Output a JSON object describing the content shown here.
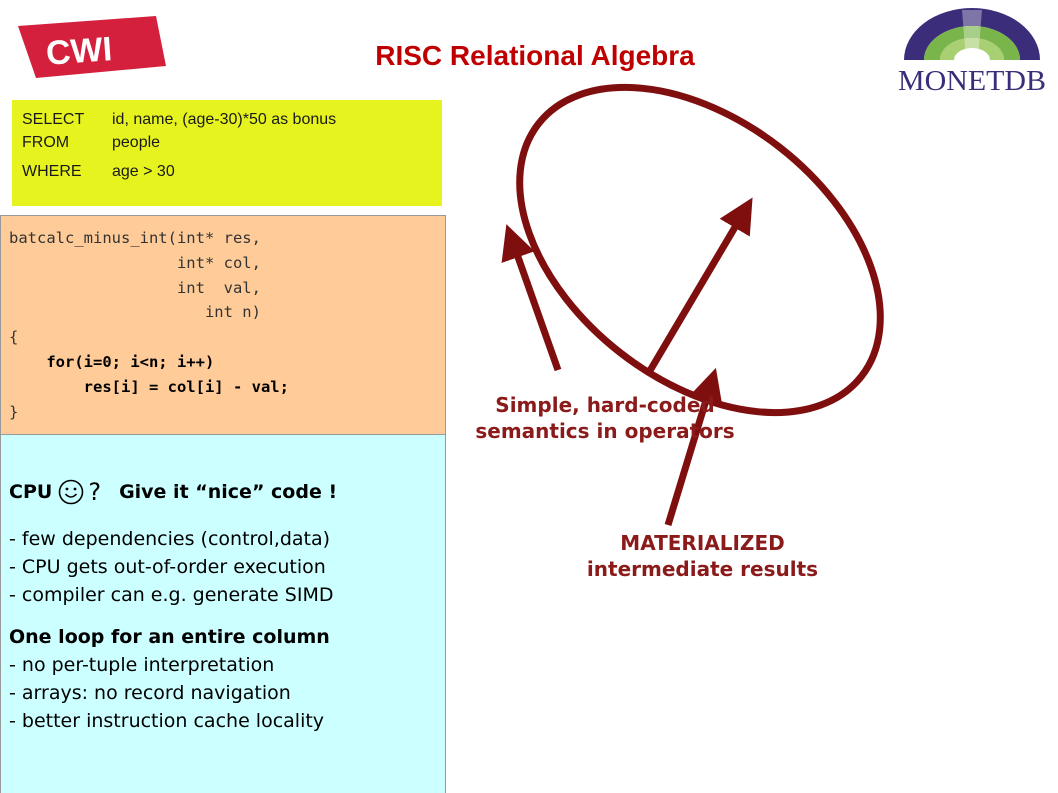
{
  "title": "RISC Relational Algebra",
  "logos": {
    "cwi_text": "CWI",
    "monetdb_text": "MONETDB"
  },
  "sql": {
    "rows": [
      {
        "keyword": "SELECT",
        "clause": "id, name, (age-30)*50 as bonus"
      },
      {
        "keyword": "FROM",
        "clause": "people"
      },
      {
        "keyword": "WHERE",
        "clause": "age > 30"
      }
    ]
  },
  "code": {
    "lines": [
      "batcalc_minus_int(int* res,",
      "                  int* col,",
      "                  int  val,",
      "                     int n)",
      "{",
      "    for(i=0; i<n; i++)",
      "        res[i] = col[i] - val;",
      "}"
    ]
  },
  "cpu": {
    "head_cpu": "CPU",
    "head_q": "?",
    "head_rest": "Give it “nice” code !",
    "group1": [
      "- few dependencies (control,data)",
      "- CPU gets out-of-order execution",
      "- compiler can e.g. generate SIMD"
    ],
    "group2_title": "One loop for an entire column",
    "group2": [
      "- no per-tuple interpretation",
      "- arrays: no record navigation",
      "- better instruction cache locality"
    ]
  },
  "annotations": {
    "simple_line1": "Simple, hard-coded",
    "simple_line2": "semantics in operators",
    "mat_line1": "MATERIALIZED",
    "mat_line2": "intermediate results"
  },
  "colors": {
    "title": "#c00000",
    "sql_bg": "#e6f31e",
    "code_bg": "#ffcc99",
    "cpu_bg": "#ccffff",
    "arrow": "#7f0f0f",
    "cwi_red": "#d4203c"
  }
}
